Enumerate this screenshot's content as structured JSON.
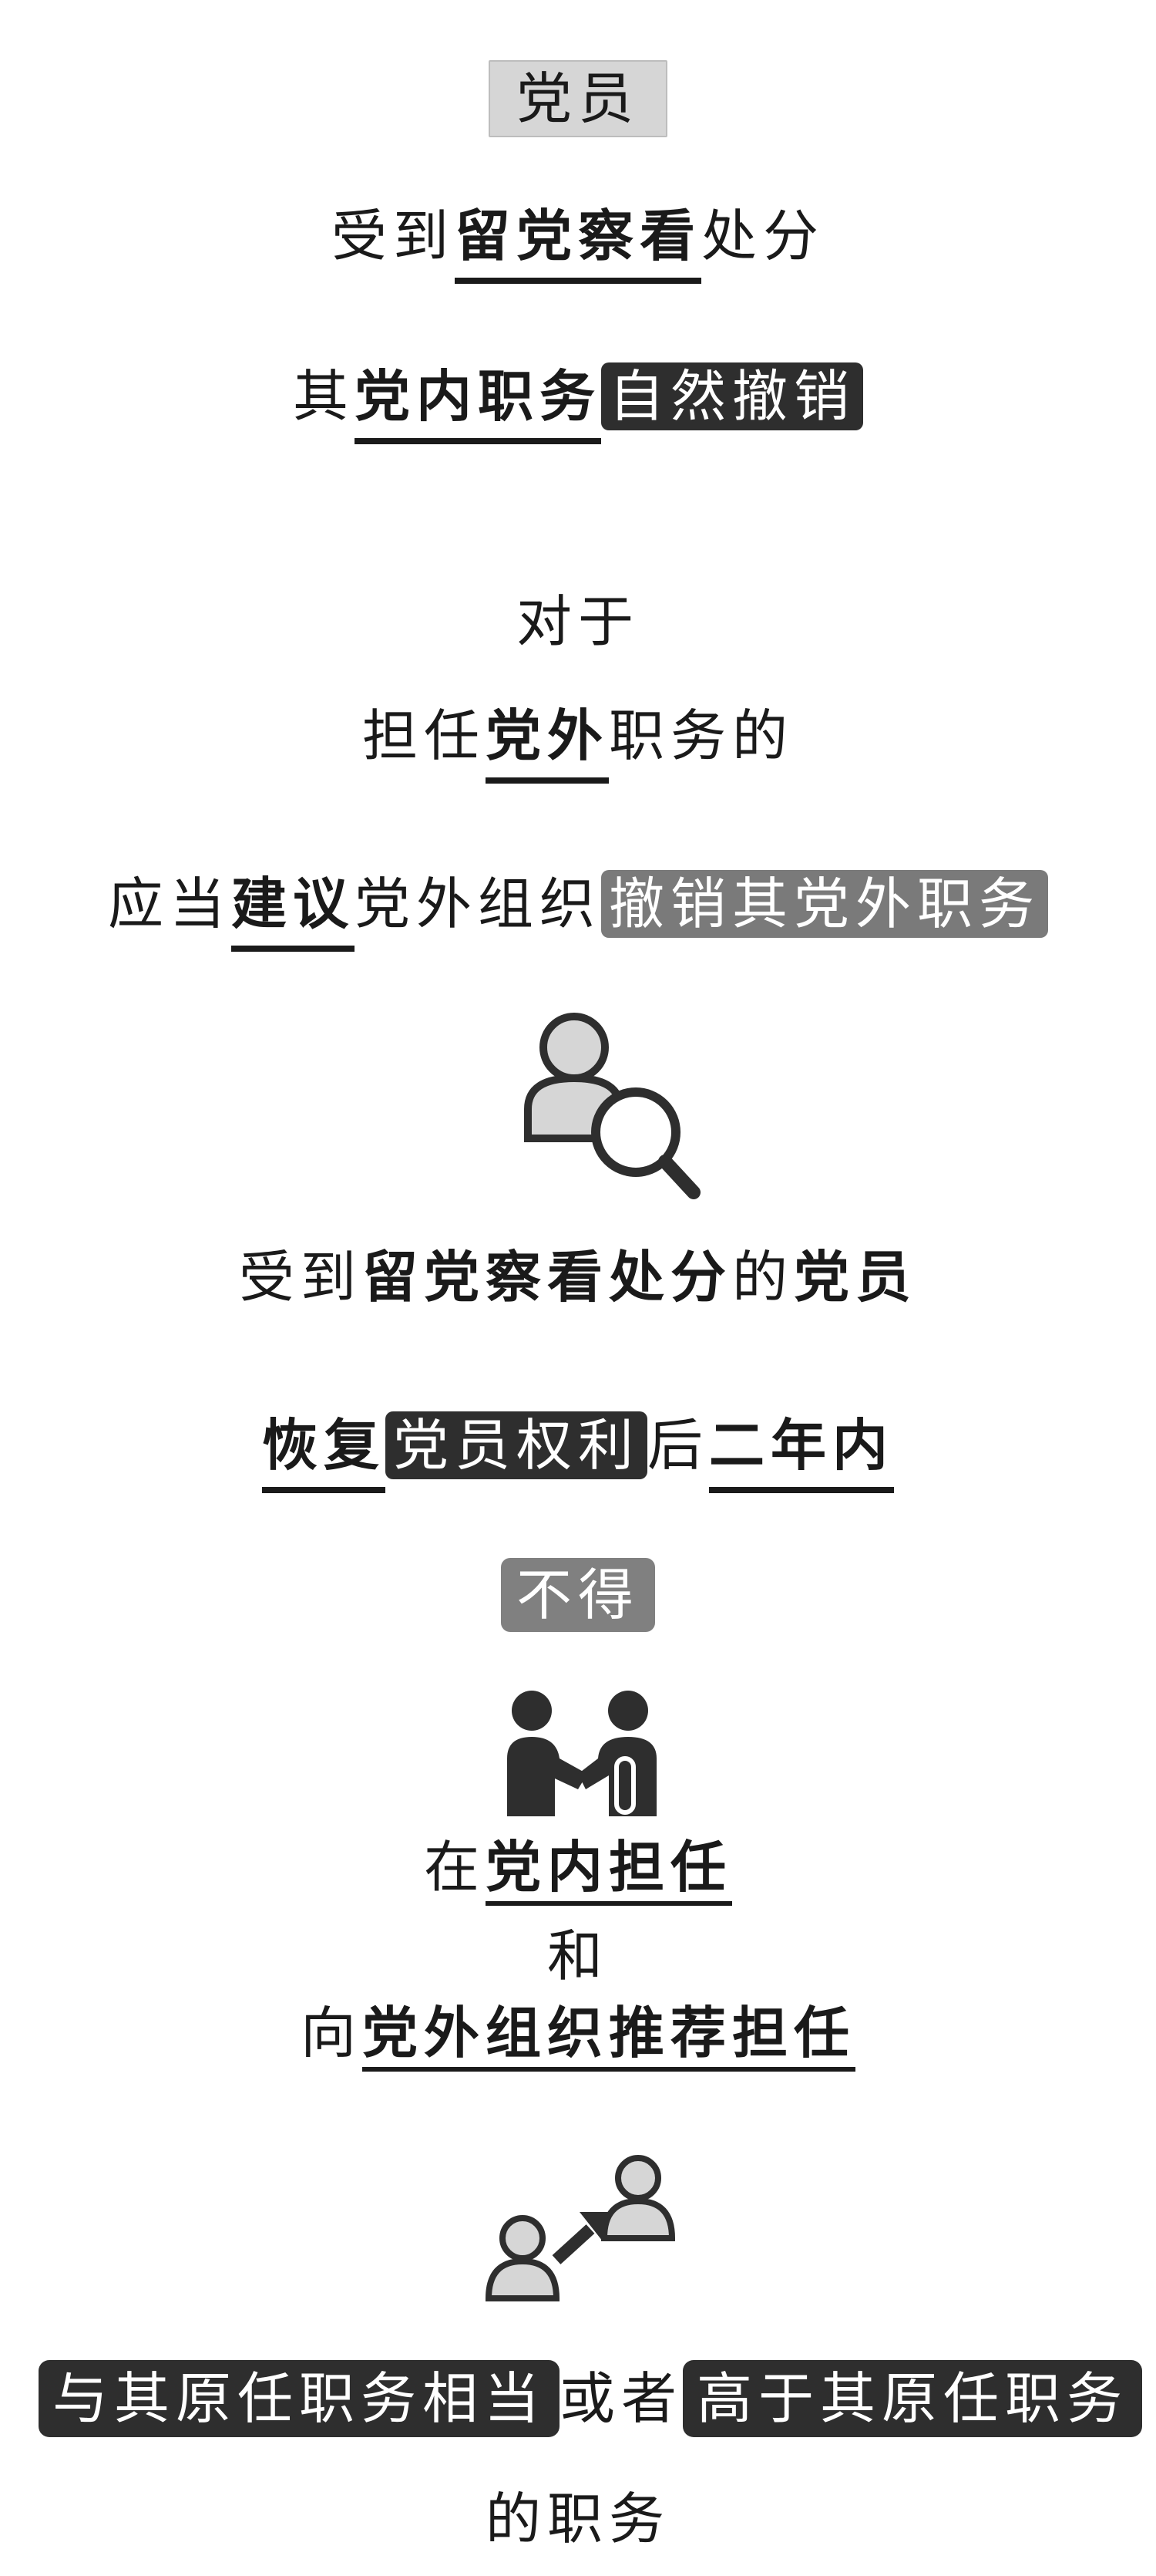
{
  "s1": {
    "tag": "党员",
    "l1": {
      "a": "受到",
      "b": "留党察看",
      "c": "处分"
    },
    "l2": {
      "a": "其",
      "b": "党内职务",
      "c": "自然撤销"
    }
  },
  "s2": {
    "l1": "对于",
    "l2": {
      "a": "担任",
      "b": "党外",
      "c": "职务的"
    },
    "l3": {
      "a": "应当",
      "b": "建议",
      "c": "党外组织",
      "d": "撤销其党外职务"
    }
  },
  "s3": {
    "icon": "person-search-icon",
    "l1": {
      "a": "受到",
      "b": "留党察看处分",
      "c": "的",
      "d": "党员"
    },
    "l2": {
      "a": "恢复",
      "b": "党员权利",
      "c": "后",
      "d": "二年内"
    },
    "tag": "不得"
  },
  "s4": {
    "icon": "handshake-icon",
    "l1": {
      "a": "在",
      "b": "党内担任"
    },
    "l2": "和",
    "l3": {
      "a": "向",
      "b": "党外组织推荐担任"
    }
  },
  "s5": {
    "icon": "promotion-icon",
    "l1": {
      "a": "与其原任职务相当",
      "b": "或者",
      "c": "高于其原任职务"
    },
    "l2": "的职务"
  },
  "colors": {
    "dark": "#2e2e2e",
    "mid": "#7a7a7a",
    "light": "#d6d6d6",
    "text": "#1a1a1a"
  }
}
